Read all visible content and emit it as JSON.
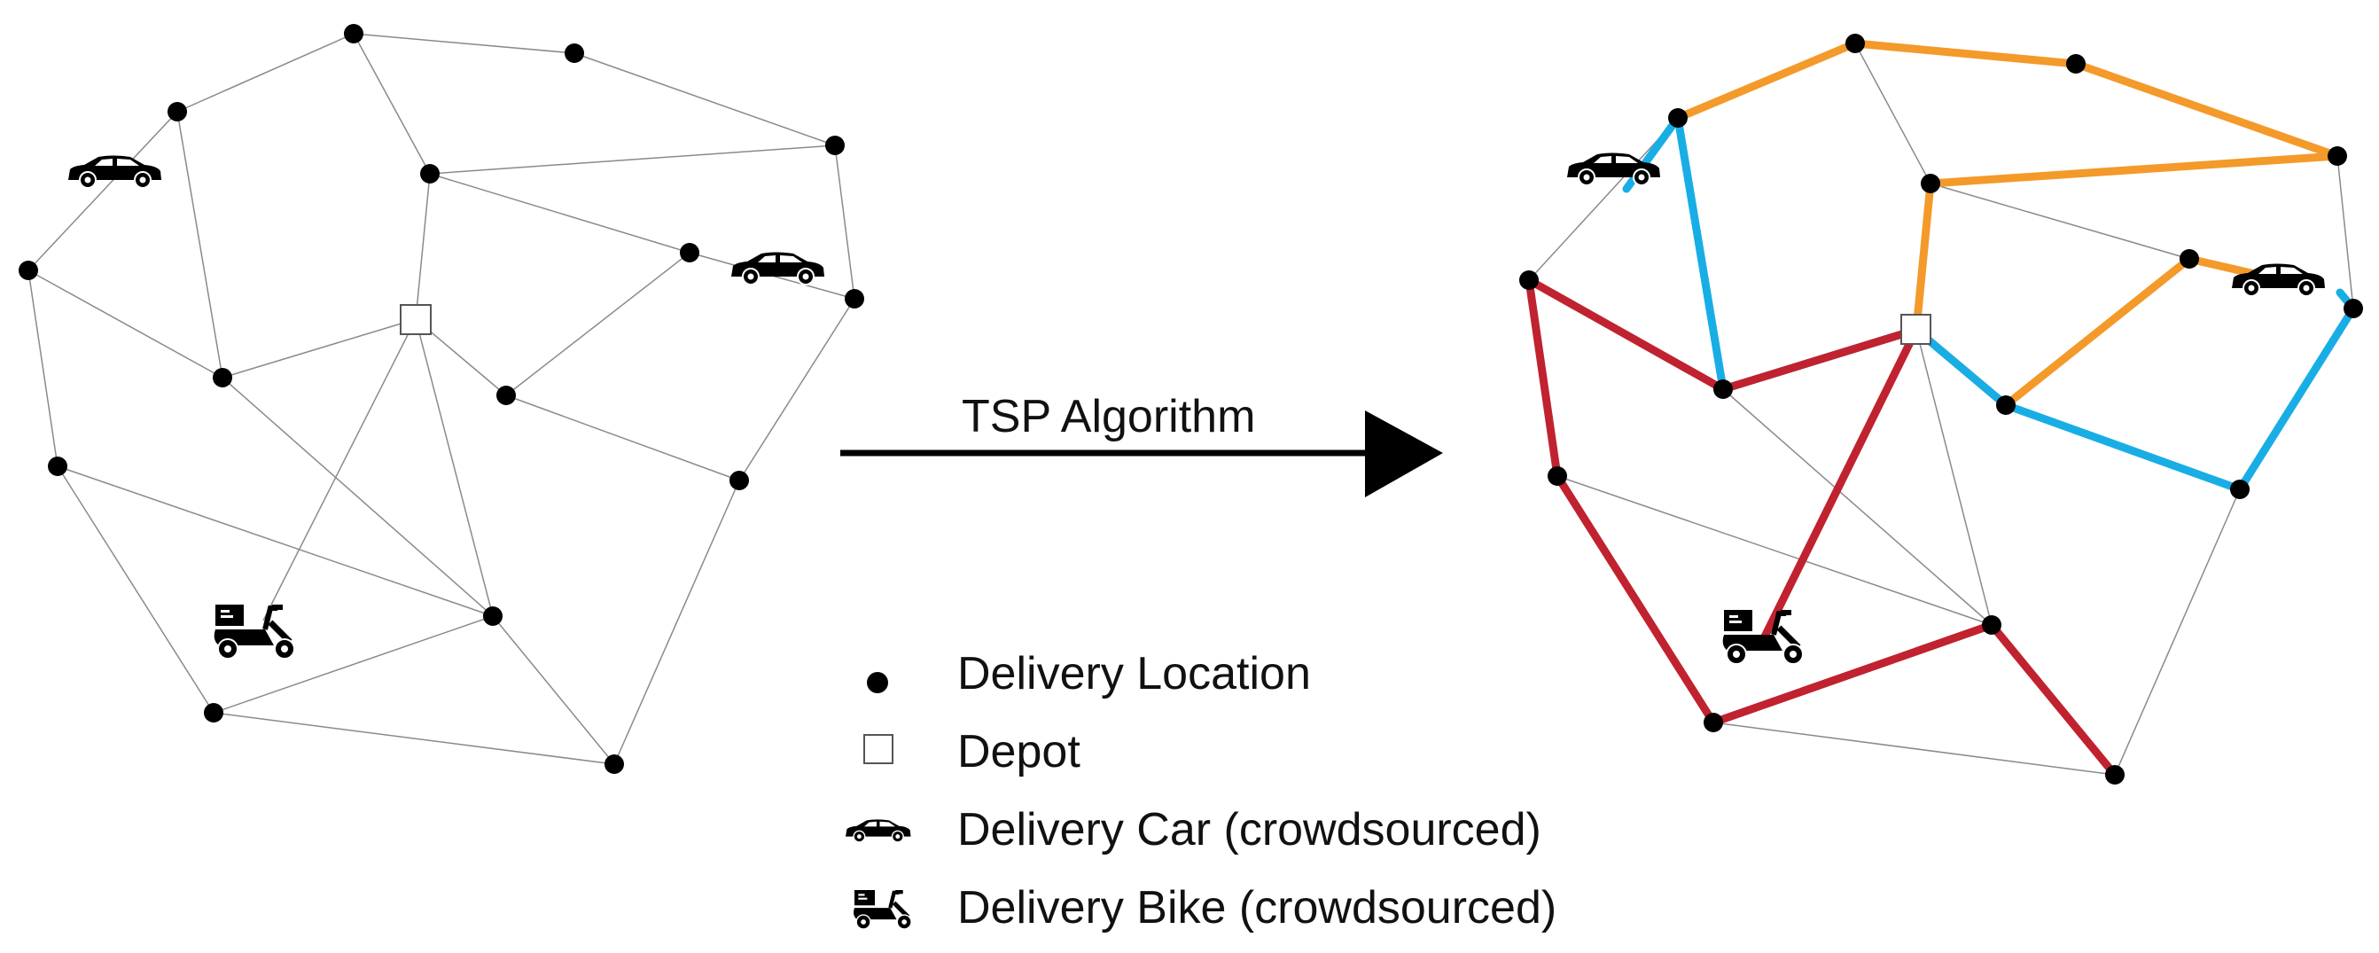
{
  "diagram": {
    "arrow_label": "TSP Algorithm",
    "legend": [
      {
        "icon": "delivery-location-dot-icon",
        "label": "Delivery Location"
      },
      {
        "icon": "depot-square-icon",
        "label": "Depot"
      },
      {
        "icon": "car-icon",
        "label": "Delivery Car (crowdsourced)"
      },
      {
        "icon": "scooter-icon",
        "label": "Delivery Bike (crowdsourced)"
      }
    ],
    "route_colors": {
      "orange": "#F39A2A",
      "blue": "#18AEE5",
      "red": "#C0222F",
      "graph_edge": "#8A8A8A",
      "node": "#000000"
    }
  }
}
